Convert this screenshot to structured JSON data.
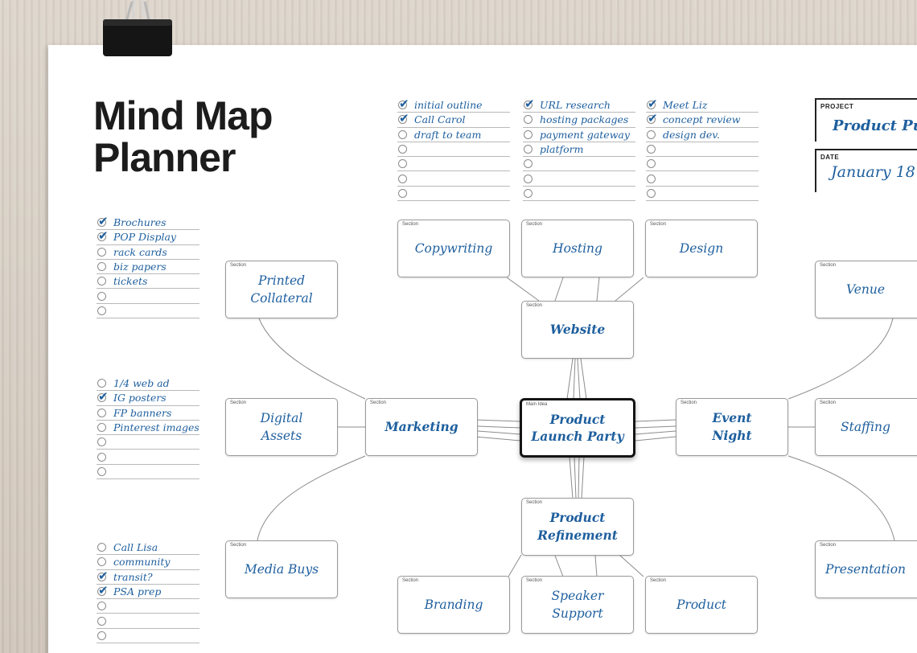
{
  "title": {
    "line1": "Mind Map",
    "line2": "Planner"
  },
  "project": {
    "label": "PROJECT",
    "value": "Product Pu"
  },
  "date": {
    "label": "DATE",
    "value": "January 18"
  },
  "checklists": {
    "copywriting": [
      {
        "text": "initial outline",
        "checked": true
      },
      {
        "text": "Call Carol",
        "checked": true
      },
      {
        "text": "draft to team",
        "checked": false
      },
      {
        "text": "",
        "checked": false
      },
      {
        "text": "",
        "checked": false
      },
      {
        "text": "",
        "checked": false
      },
      {
        "text": "",
        "checked": false
      }
    ],
    "hosting": [
      {
        "text": "URL research",
        "checked": true
      },
      {
        "text": "hosting packages",
        "checked": false
      },
      {
        "text": "payment gateway",
        "checked": false
      },
      {
        "text": "platform",
        "checked": false
      },
      {
        "text": "",
        "checked": false
      },
      {
        "text": "",
        "checked": false
      },
      {
        "text": "",
        "checked": false
      }
    ],
    "design": [
      {
        "text": "Meet Liz",
        "checked": true
      },
      {
        "text": "concept review",
        "checked": true
      },
      {
        "text": "design dev.",
        "checked": false
      },
      {
        "text": "",
        "checked": false
      },
      {
        "text": "",
        "checked": false
      },
      {
        "text": "",
        "checked": false
      },
      {
        "text": "",
        "checked": false
      }
    ],
    "printed": [
      {
        "text": "Brochures",
        "checked": true
      },
      {
        "text": "POP Display",
        "checked": true
      },
      {
        "text": "rack cards",
        "checked": false
      },
      {
        "text": "biz papers",
        "checked": false
      },
      {
        "text": "tickets",
        "checked": false
      },
      {
        "text": "",
        "checked": false
      },
      {
        "text": "",
        "checked": false
      }
    ],
    "digital": [
      {
        "text": "1/4 web ad",
        "checked": false
      },
      {
        "text": "IG posters",
        "checked": true
      },
      {
        "text": "FP banners",
        "checked": false
      },
      {
        "text": "Pinterest images",
        "checked": false
      },
      {
        "text": "",
        "checked": false
      },
      {
        "text": "",
        "checked": false
      },
      {
        "text": "",
        "checked": false
      }
    ],
    "media": [
      {
        "text": "Call Lisa",
        "checked": false
      },
      {
        "text": "community",
        "checked": false
      },
      {
        "text": "transit?",
        "checked": true
      },
      {
        "text": "PSA prep",
        "checked": true
      },
      {
        "text": "",
        "checked": false
      },
      {
        "text": "",
        "checked": false
      },
      {
        "text": "",
        "checked": false
      }
    ]
  },
  "nodes": {
    "section_label": "Section",
    "main_label": "Main Idea",
    "main": "Product\nLaunch Party",
    "website": "Website",
    "copywriting": "Copywriting",
    "hosting": "Hosting",
    "design": "Design",
    "marketing": "Marketing",
    "printed": "Printed\nCollateral",
    "digital": "Digital\nAssets",
    "media": "Media Buys",
    "event": "Event\nNight",
    "venue": "Venue",
    "staffing": "Staffing",
    "presentation": "Presentation",
    "refinement": "Product\nRefinement",
    "branding": "Branding",
    "speaker": "Speaker\nSupport",
    "product": "Product"
  }
}
